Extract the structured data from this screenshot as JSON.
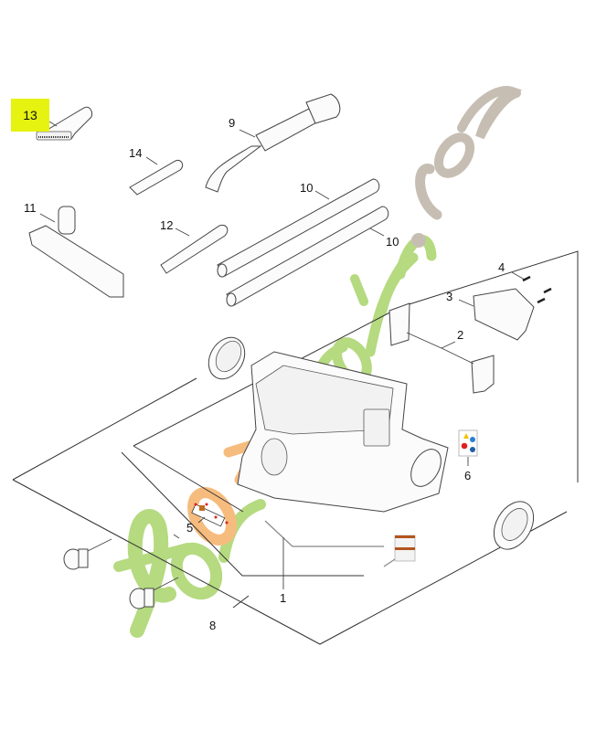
{
  "diagram": {
    "type": "exploded-parts-diagram",
    "subject": "wet/dry vacuum cleaner accessories and body",
    "highlight_color": "#e6f20f",
    "highlighted_callout": "13",
    "callouts": [
      {
        "id": "c1",
        "label": "1",
        "part": "vacuum-body"
      },
      {
        "id": "c2",
        "label": "2",
        "part": "filter-cover-clips"
      },
      {
        "id": "c3",
        "label": "3",
        "part": "accessory-holder"
      },
      {
        "id": "c4",
        "label": "4",
        "part": "screws"
      },
      {
        "id": "c5",
        "label": "5",
        "part": "sticker-set"
      },
      {
        "id": "c6",
        "label": "6",
        "part": "warning-label"
      },
      {
        "id": "c8",
        "label": "8",
        "part": "wheels-and-castors"
      },
      {
        "id": "c9",
        "label": "9",
        "part": "suction-hose"
      },
      {
        "id": "c10a",
        "label": "10",
        "part": "extension-tube"
      },
      {
        "id": "c10b",
        "label": "10",
        "part": "extension-tube"
      },
      {
        "id": "c11",
        "label": "11",
        "part": "floor-nozzle"
      },
      {
        "id": "c12",
        "label": "12",
        "part": "crevice-nozzle"
      },
      {
        "id": "c13",
        "label": "13",
        "part": "upholstery-brush-nozzle"
      },
      {
        "id": "c14",
        "label": "14",
        "part": "adapter"
      }
    ],
    "warning_label_colors": {
      "warning": "#f2c200",
      "prohibit": "#e02020",
      "mandatory": "#2a7fd4"
    },
    "label_stripe_color": "#b4541e"
  },
  "watermark": {
    "text_main": "foretjardin",
    "text_suffix": ".com",
    "color_green": "#a8d46a",
    "color_orange": "#f5b067",
    "color_grey": "#bdb3a6"
  }
}
